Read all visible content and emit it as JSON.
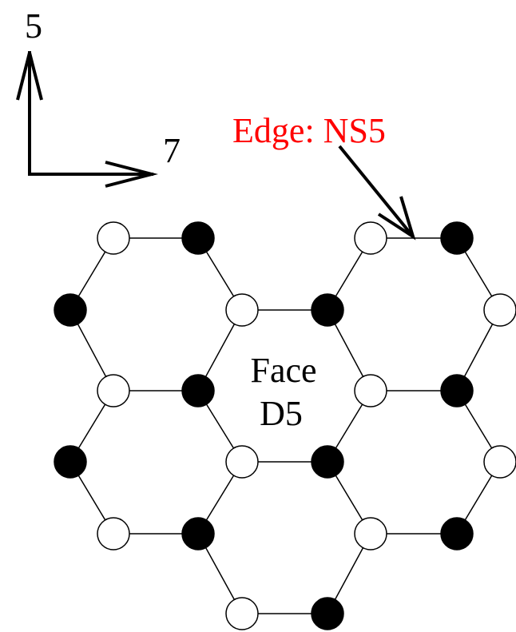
{
  "axes": {
    "vertical_label": "5",
    "horizontal_label": "7"
  },
  "annotation": {
    "edge_label": "Edge: NS5",
    "edge_label_color": "#ff0000"
  },
  "face": {
    "line1": "Face",
    "line2": "D5"
  },
  "colors": {
    "stroke": "#000000",
    "filled_node": "#000000",
    "open_node": "#ffffff"
  }
}
